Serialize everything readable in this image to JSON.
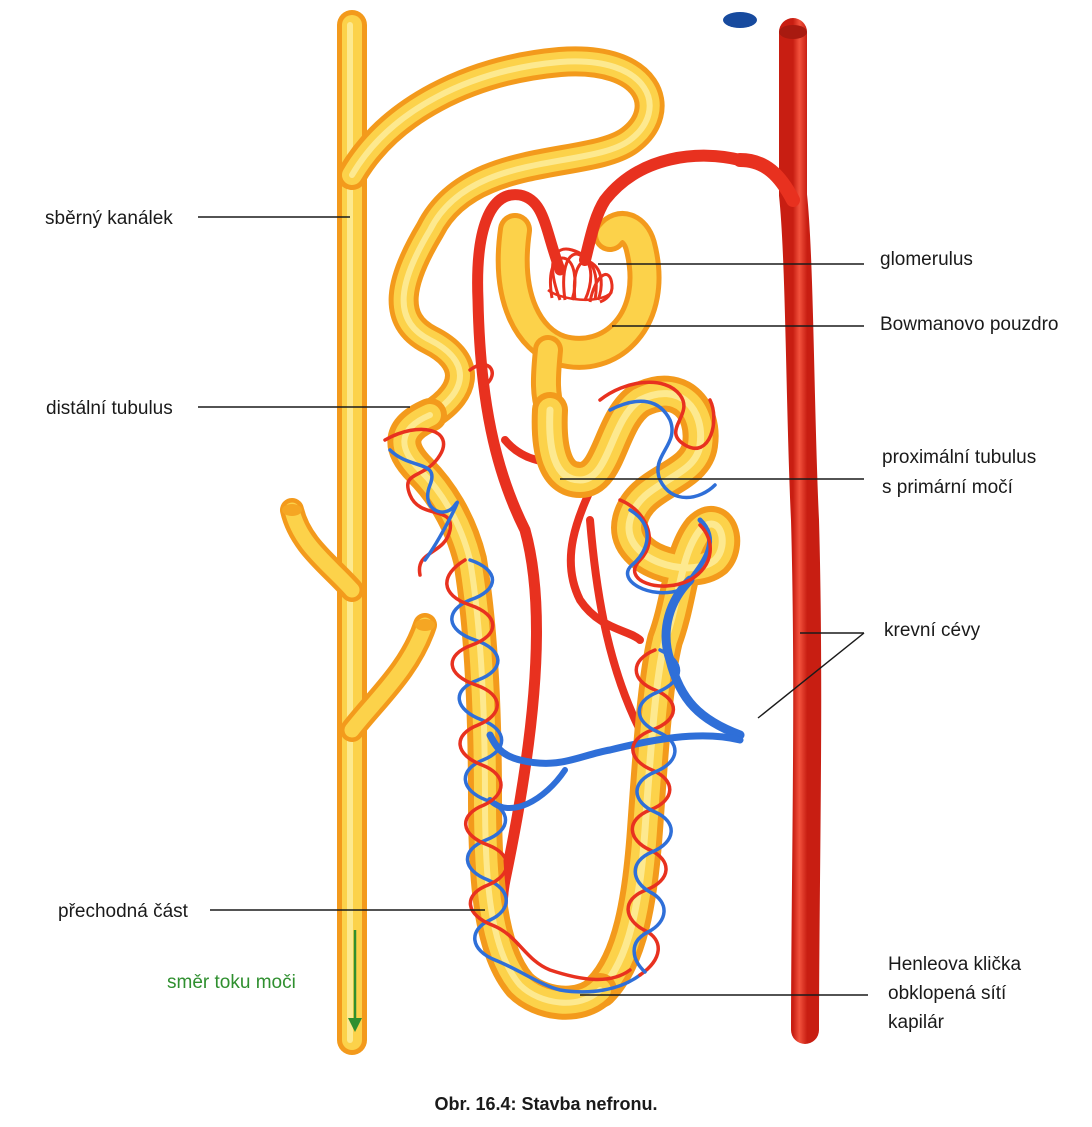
{
  "labels": {
    "collecting_duct": "sběrný kanálek",
    "distal_tubule": "distální tubulus",
    "transition": "přechodná část",
    "flow_direction": "směr toku moči",
    "glomerulus": "glomerulus",
    "bowman": "Bowmanovo pouzdro",
    "proximal_1": "proximální tubulus",
    "proximal_2": "s primární močí",
    "vessels": "krevní cévy",
    "henle_1": "Henleova klička",
    "henle_2": "obklopená sítí",
    "henle_3": "kapilár"
  },
  "caption": "Obr. 16.4: Stavba nefronu.",
  "colors": {
    "tubule": "#f9c531",
    "tubule_light": "#fde27a",
    "tubule_dark": "#f39a1c",
    "artery": "#e8311f",
    "vein": "#2f6fd8",
    "arrow": "#2f8f2f",
    "text": "#1a1a1a"
  }
}
